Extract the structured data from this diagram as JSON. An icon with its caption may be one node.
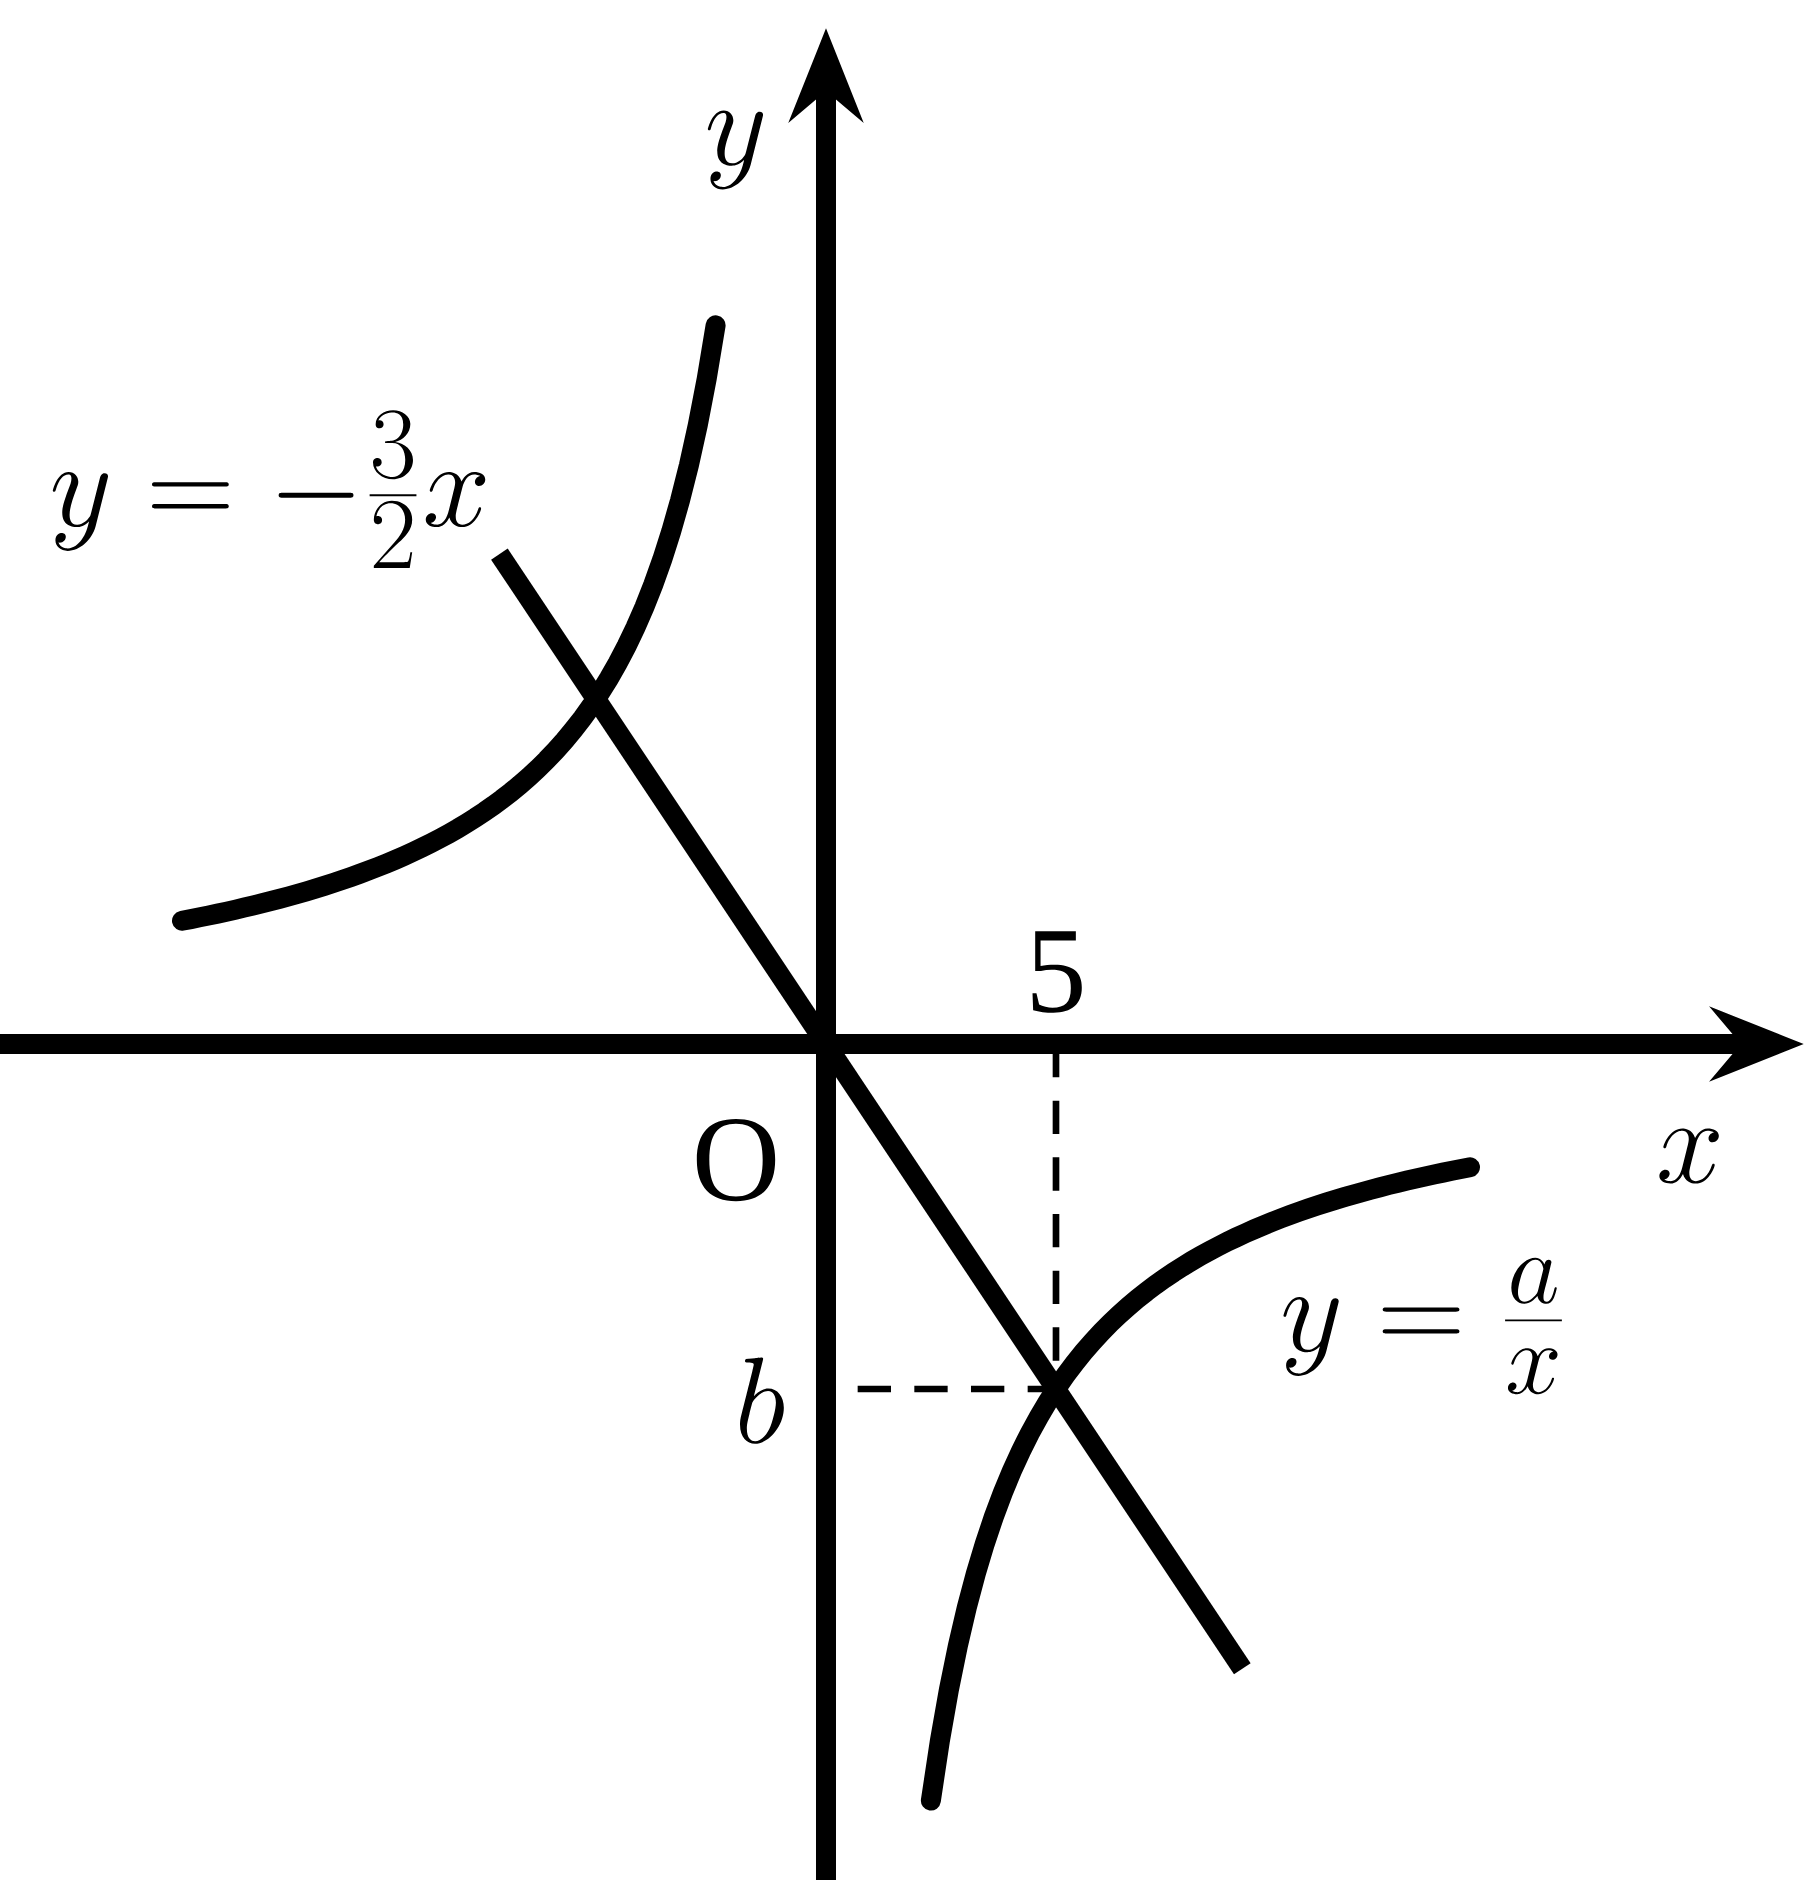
{
  "diagram": {
    "labels": [
      "y",
      "y=-\\frac{3}{2}x",
      "5",
      "O",
      "x",
      "y=\\frac{a}{x}",
      "b"
    ]
  }
}
